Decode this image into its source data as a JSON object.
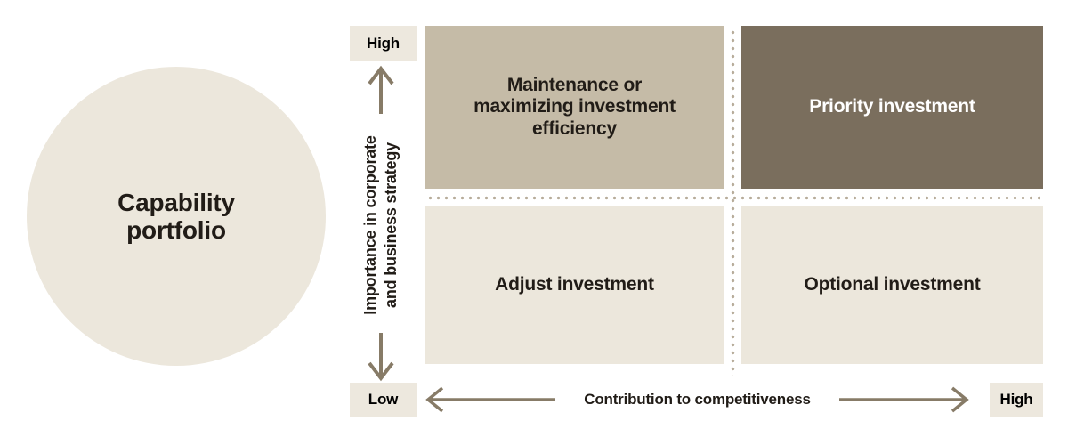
{
  "colors": {
    "background": "#FFFFFF",
    "circle_fill": "#ECE7DC",
    "label_box_fill": "#EDE8DE",
    "arrow": "#877B67",
    "dotted_line": "#B7AC9A",
    "text_dark": "#211C17",
    "text_light": "#FFFFFF"
  },
  "circle": {
    "label": "Capability\nportfolio"
  },
  "axes": {
    "y": {
      "title": "Importance in corporate\nand business strategy",
      "high": "High"
    },
    "x": {
      "title": "Contribution to competitiveness",
      "high": "High"
    },
    "low": "Low"
  },
  "quadrants": [
    {
      "id": "top-left",
      "label": "Maintenance or\nmaximizing investment\nefficiency",
      "bg": "#C5BBA7",
      "text_color": "#211C17"
    },
    {
      "id": "top-right",
      "label": "Priority investment",
      "bg": "#7A6E5D",
      "text_color": "#FFFFFF"
    },
    {
      "id": "bottom-left",
      "label": "Adjust investment",
      "bg": "#ECE7DC",
      "text_color": "#211C17"
    },
    {
      "id": "bottom-right",
      "label": "Optional investment",
      "bg": "#ECE7DC",
      "text_color": "#211C17"
    }
  ]
}
